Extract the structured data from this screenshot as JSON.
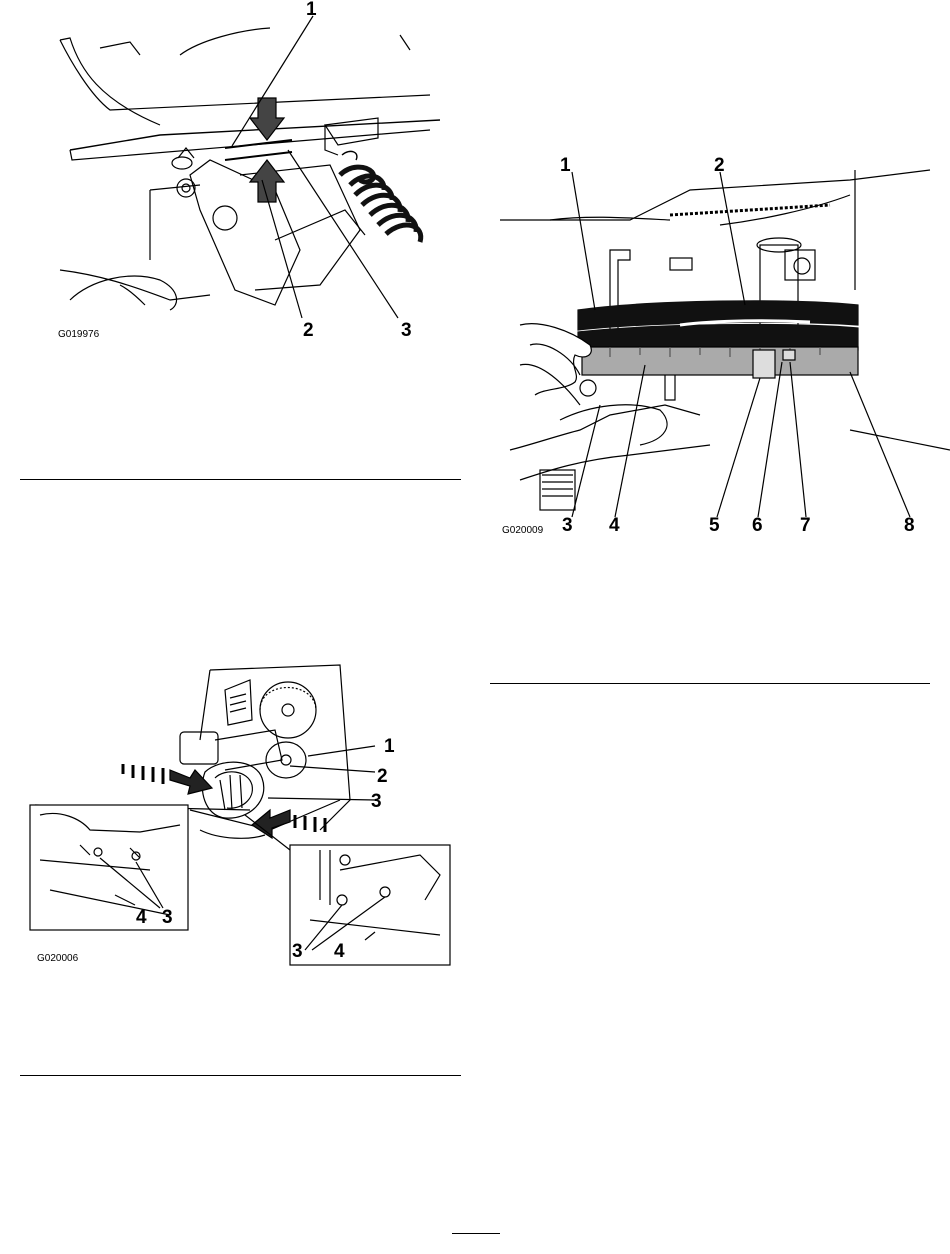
{
  "figures": [
    {
      "id": "fig-top-left",
      "code": "G019976",
      "callouts": [
        "1",
        "2",
        "3"
      ]
    },
    {
      "id": "fig-right",
      "code": "G020009",
      "callouts": [
        "1",
        "2",
        "3",
        "4",
        "5",
        "6",
        "7",
        "8"
      ]
    },
    {
      "id": "fig-bottom-left",
      "code": "G020006",
      "callouts": [
        "1",
        "2",
        "3"
      ],
      "inset_left_callouts": [
        "4",
        "3"
      ],
      "inset_right_callouts": [
        "3",
        "4"
      ]
    }
  ],
  "page": {
    "number_placeholder": ""
  }
}
